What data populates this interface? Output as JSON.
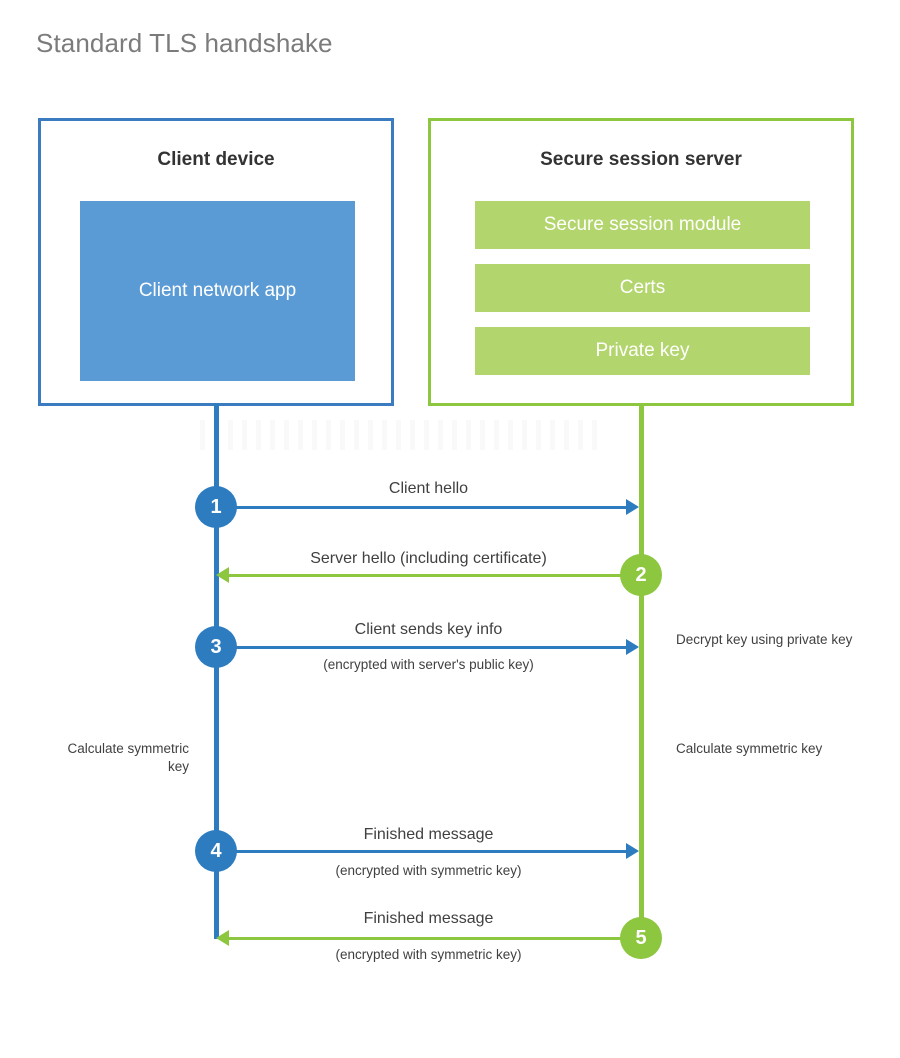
{
  "title": "Standard TLS handshake",
  "colors": {
    "client_border": "#3b7cc0",
    "client_line": "#2e7cc0",
    "client_fill": "#5b9bd5",
    "server_border": "#8dc63f",
    "server_line": "#8dc63f",
    "server_fill": "#b3d56d",
    "title_text": "#7b7b7b",
    "body_text": "#404040",
    "heading_text": "#333333",
    "background": "#ffffff"
  },
  "client": {
    "title": "Client device",
    "app_label": "Client network app"
  },
  "server": {
    "title": "Secure session server",
    "modules": [
      "Secure session module",
      "Certs",
      "Private key"
    ]
  },
  "steps": [
    {
      "number": "1",
      "label": "Client hello",
      "sublabel": "",
      "direction": "client-to-server",
      "color": "#2e7cc0"
    },
    {
      "number": "2",
      "label": "Server hello (including certificate)",
      "sublabel": "",
      "direction": "server-to-client",
      "color": "#8dc63f"
    },
    {
      "number": "3",
      "label": "Client sends key info",
      "sublabel": "(encrypted with server's public key)",
      "direction": "client-to-server",
      "color": "#2e7cc0"
    },
    {
      "number": "4",
      "label": "Finished message",
      "sublabel": "(encrypted with symmetric key)",
      "direction": "client-to-server",
      "color": "#2e7cc0"
    },
    {
      "number": "5",
      "label": "Finished message",
      "sublabel": "(encrypted with symmetric key)",
      "direction": "server-to-client",
      "color": "#8dc63f"
    }
  ],
  "annotations": {
    "server_decrypt": "Decrypt key using private key",
    "client_calculate": "Calculate symmetric key",
    "server_calculate": "Calculate symmetric key"
  }
}
